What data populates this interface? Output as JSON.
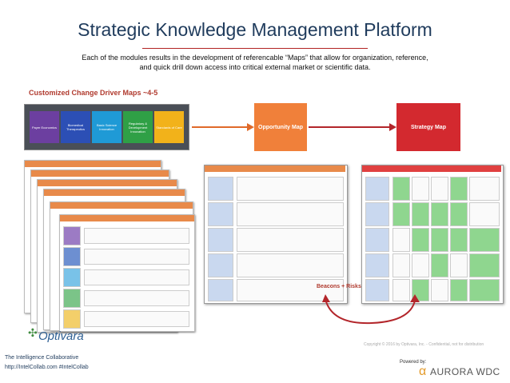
{
  "header": {
    "title": "Strategic Knowledge Management Platform",
    "subtitle_line1": "Each of the modules results in the development of referencable “Maps” that allow for organization, reference,",
    "subtitle_line2": "and quick drill down access into critical external market or scientific data."
  },
  "left_section": {
    "label": "Customized Change Driver Maps ~4-5",
    "drivers": [
      {
        "label": "Payer Economics",
        "color": "#6c3fa0"
      },
      {
        "label": "Biomedical Therapeutics",
        "color": "#2c4fb5"
      },
      {
        "label": "Basic Science Innovation",
        "color": "#1f9ad6"
      },
      {
        "label": "Regulatory & Development Innovation",
        "color": "#2fa046"
      },
      {
        "label": "Standards of Care",
        "color": "#f2b21a"
      }
    ]
  },
  "flow": {
    "opportunity_map": "Opportunity Map",
    "strategy_map": "Strategy Map",
    "beacons_label": "Beacons + Risks"
  },
  "colors": {
    "orange": "#f0803a",
    "red": "#d3292f",
    "accent_text": "#b03a2e",
    "title_text": "#1f3b5c",
    "green_cell": "#8fd68f"
  },
  "footer": {
    "org_name": "The Intelligence Collaborative",
    "org_link": "http://IntelCollab.com #IntelCollab",
    "copyright": "Copyright © 2016 by Optivara, Inc. - Confidential, not for distribution",
    "powered_by": "Powered by:",
    "logo_left": "Optivara",
    "logo_right": "AURORA WDC"
  }
}
